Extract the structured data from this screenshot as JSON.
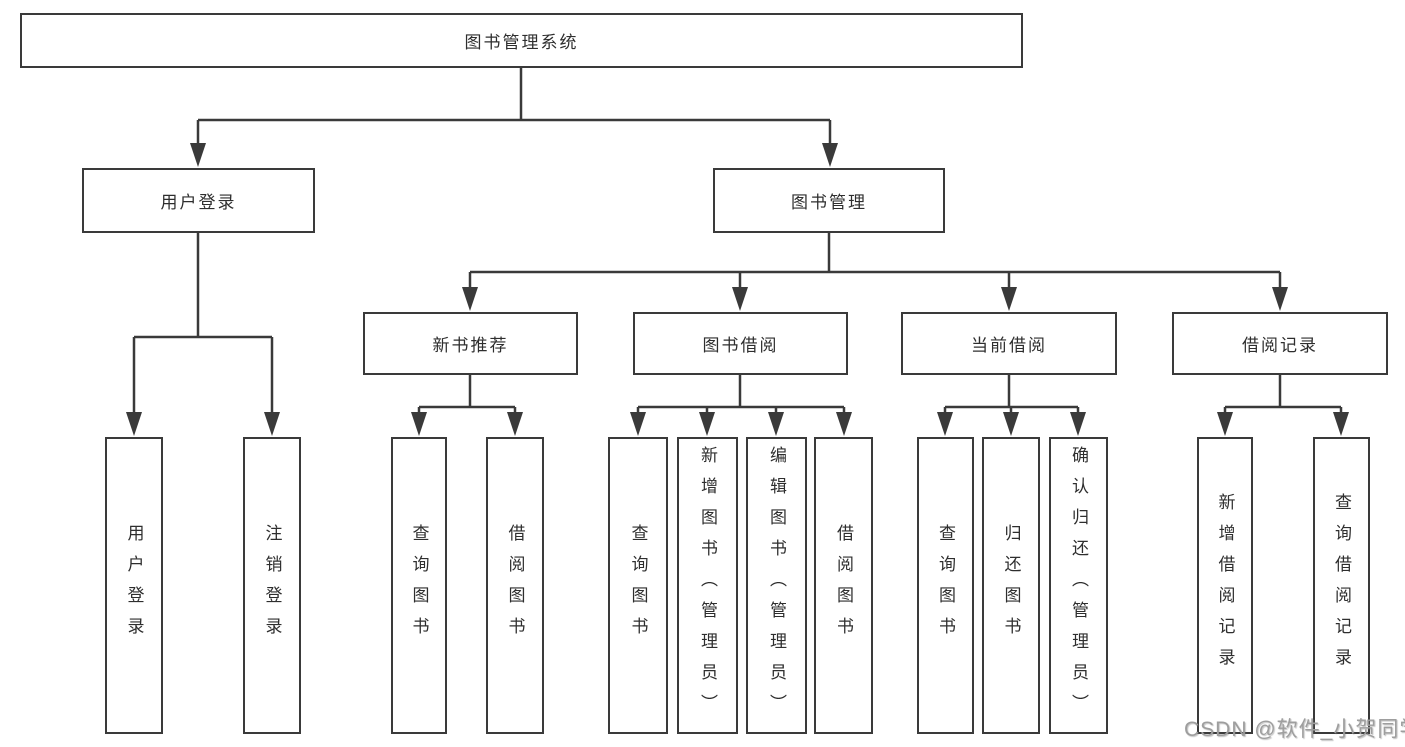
{
  "tree": {
    "root": {
      "label": "图书管理系统"
    },
    "branches": [
      {
        "label": "用户登录",
        "children": [
          {
            "label": "用户登录"
          },
          {
            "label": "注销登录"
          }
        ]
      },
      {
        "label": "图书管理",
        "children": [
          {
            "label": "新书推荐",
            "children": [
              {
                "label": "查询图书"
              },
              {
                "label": "借阅图书"
              }
            ]
          },
          {
            "label": "图书借阅",
            "children": [
              {
                "label": "查询图书"
              },
              {
                "label": "新增图书（管理员）"
              },
              {
                "label": "编辑图书（管理员）"
              },
              {
                "label": "借阅图书"
              }
            ]
          },
          {
            "label": "当前借阅",
            "children": [
              {
                "label": "查询图书"
              },
              {
                "label": "归还图书"
              },
              {
                "label": "确认归还（管理员）"
              }
            ]
          },
          {
            "label": "借阅记录",
            "children": [
              {
                "label": "新增借阅记录"
              },
              {
                "label": "查询借阅记录"
              }
            ]
          }
        ]
      }
    ]
  },
  "watermark": {
    "text": "CSDN @软件_小贺同学"
  },
  "colors": {
    "line": "#3a3a3a",
    "text": "#2e2e2e",
    "watermark": "#9e9e9e",
    "background": "#ffffff"
  }
}
